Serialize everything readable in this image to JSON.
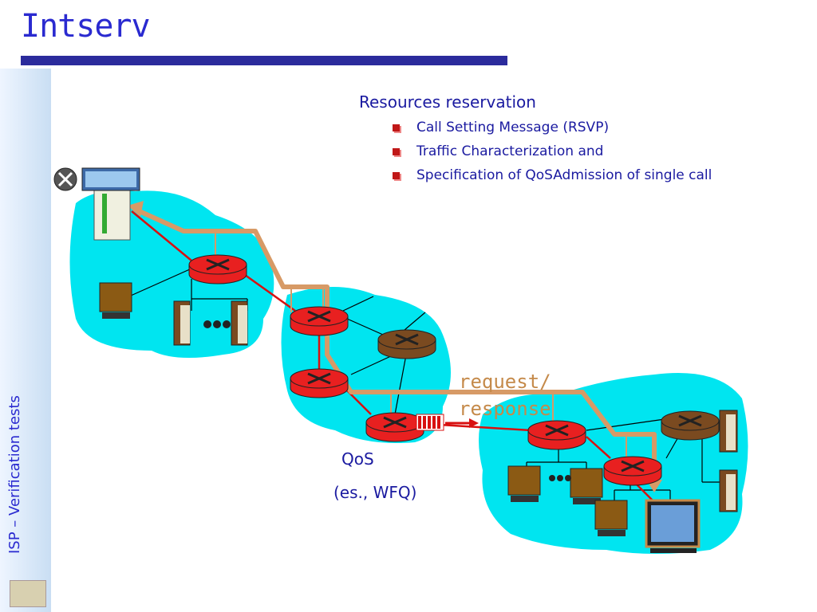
{
  "slide": {
    "title": "Intserv",
    "sidebar_text": "ISP – Verification tests"
  },
  "bullets": {
    "heading": "Resources reservation",
    "items": [
      "Call Setting Message (RSVP)",
      "Traffic Characterization and",
      "Specification of QoSAdmission of single call"
    ]
  },
  "diagram": {
    "label_request": "request/",
    "label_response": "response",
    "label_qos": "QoS",
    "label_wfq": "(es., WFQ)",
    "colors": {
      "network_cloud": "#00e5f0",
      "router_red": "#e82020",
      "router_brown": "#7a4a20",
      "signal_path": "#d79a66",
      "link_red": "#d81010",
      "bullet_accent": "#c01818"
    }
  }
}
